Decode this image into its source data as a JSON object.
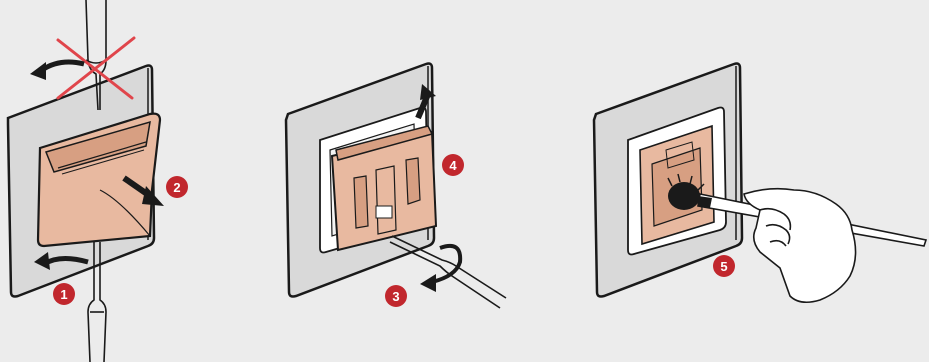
{
  "colors": {
    "background": "#ececec",
    "frame_fill": "#d9d9d9",
    "line": "#1a1a1a",
    "component": "#e8b9a0",
    "component_dark": "#d79f82",
    "badge": "#c1272d",
    "prohibited": "#e0454b",
    "white": "#ffffff"
  },
  "panels": [
    {
      "name": "remove-cover",
      "steps": [
        {
          "number": "1",
          "arrow": "rotate-lever-bottom"
        },
        {
          "number": "2",
          "arrow": "pull-cover-outward"
        }
      ],
      "prohibited": "lever-at-top"
    },
    {
      "name": "remove-insert",
      "steps": [
        {
          "number": "3",
          "arrow": "rotate-screwdriver"
        },
        {
          "number": "4",
          "arrow": "lift-insert-up"
        }
      ]
    },
    {
      "name": "clean-mechanism",
      "steps": [
        {
          "number": "5",
          "arrow": "brush-dust"
        }
      ]
    }
  ]
}
